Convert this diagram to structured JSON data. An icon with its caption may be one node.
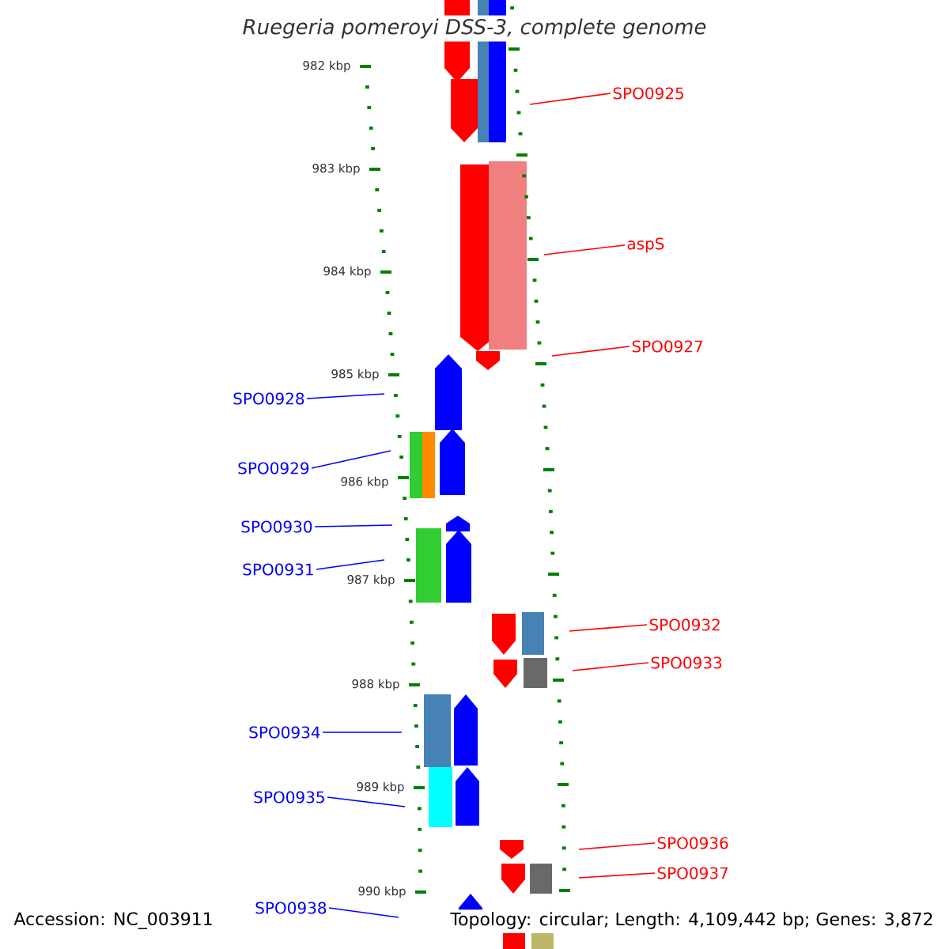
{
  "diagram": {
    "title": "Ruegeria pomeroyi DSS-3, complete genome",
    "nodes": [
      {
        "text": [
          "SPO0925"
        ]
      },
      {
        "text": [
          "aspS"
        ]
      },
      {
        "text": [
          "SPO0927"
        ]
      },
      {
        "text": [
          "SPO0928"
        ]
      },
      {
        "text": [
          "SPO0929"
        ]
      },
      {
        "text": [
          "SPO0930"
        ]
      },
      {
        "text": [
          "SPO0931"
        ]
      },
      {
        "text": [
          "SPO0932"
        ]
      },
      {
        "text": [
          "SPO0933"
        ]
      },
      {
        "text": [
          "SPO0934"
        ]
      },
      {
        "text": [
          "SPO0935"
        ]
      },
      {
        "text": [
          "SPO0936"
        ]
      },
      {
        "text": [
          "SPO0937"
        ]
      },
      {
        "text": [
          "SPO0938"
        ]
      }
    ],
    "edges": [
      {
        "from": 0,
        "to": null,
        "arrow": "none",
        "color": "#ff0000"
      },
      {
        "from": 1,
        "to": null,
        "arrow": "none",
        "color": "#ff0000"
      },
      {
        "from": 2,
        "to": null,
        "arrow": "none",
        "color": "#ff0000"
      },
      {
        "from": 3,
        "to": null,
        "arrow": "none",
        "color": "#0000ff"
      },
      {
        "from": 4,
        "to": null,
        "arrow": "none",
        "color": "#0000ff"
      },
      {
        "from": 5,
        "to": null,
        "arrow": "none",
        "color": "#0000ff"
      },
      {
        "from": 6,
        "to": null,
        "arrow": "none",
        "color": "#0000ff"
      },
      {
        "from": 7,
        "to": null,
        "arrow": "none",
        "color": "#ff0000"
      },
      {
        "from": 8,
        "to": null,
        "arrow": "none",
        "color": "#ff0000"
      },
      {
        "from": 9,
        "to": null,
        "arrow": "none",
        "color": "#0000ff"
      },
      {
        "from": 10,
        "to": null,
        "arrow": "none",
        "color": "#0000ff"
      },
      {
        "from": 11,
        "to": null,
        "arrow": "none",
        "color": "#ff0000"
      },
      {
        "from": 12,
        "to": null,
        "arrow": "none",
        "color": "#ff0000"
      },
      {
        "from": 13,
        "to": null,
        "arrow": "none",
        "color": "#0000ff"
      }
    ],
    "labels": [
      "982 kbp",
      "983 kbp",
      "984 kbp",
      "985 kbp",
      "986 kbp",
      "987 kbp",
      "988 kbp",
      "989 kbp",
      "990 kbp",
      "Accession: NC_003911",
      "Topology: circular; Length: 4,109,442 bp; Genes: 3,872"
    ]
  }
}
